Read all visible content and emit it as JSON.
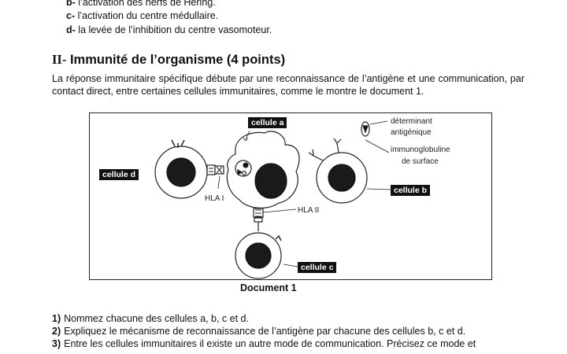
{
  "previous_options": [
    {
      "letter": "b-",
      "text": "l’activation des nerfs de Hering."
    },
    {
      "letter": "c-",
      "text": "l’activation du centre médullaire."
    },
    {
      "letter": "d-",
      "text": "la levée de l’inhibition du centre vasomoteur."
    }
  ],
  "section": {
    "number": "II-",
    "title": "Immunité de l’organisme (4 points)"
  },
  "intro": "La réponse immunitaire spécifique débute par une reconnaissance de l’antigène et une communication, par contact direct, entre certaines cellules immunitaires, comme le montre le document 1.",
  "figure": {
    "labels": {
      "cellule_a": "cellule a",
      "cellule_b": "cellule b",
      "cellule_c": "cellule c",
      "cellule_d": "cellule d",
      "hla1": "HLA I",
      "hla2": "HLA II",
      "determinant_1": "déterminant",
      "determinant_2": "antigénique",
      "immuno_1": "immunoglobuline",
      "immuno_2": "de surface"
    },
    "caption": "Document 1"
  },
  "questions": [
    {
      "num": "1)",
      "text": "Nommez chacune des cellules a, b, c et d."
    },
    {
      "num": "2)",
      "text": "Expliquez le mécanisme de reconnaissance de l’antigène par chacune des cellules b, c et d."
    },
    {
      "num": "3)",
      "text": "Entre les cellules immunitaires il existe un autre mode de communication. Précisez ce mode et"
    }
  ]
}
